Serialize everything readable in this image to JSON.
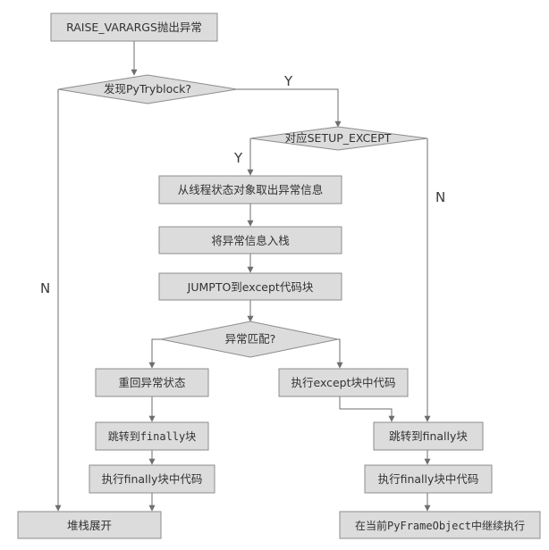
{
  "nodes": {
    "raise": "RAISE_VARARGS抛出异常",
    "find_tryblock": "发现PyTryblock?",
    "setup_except": "对应SETUP_EXCEPT",
    "fetch_exception": "从线程状态对象取出异常信息",
    "push_exception": "将异常信息入栈",
    "jump_except": "JUMPTO到except代码块",
    "match_exception": "异常匹配?",
    "restore_exception": "重回异常状态",
    "run_except_block": "执行except块中代码",
    "jump_finally_left": "跳转到finally块",
    "run_finally_left": "执行finally块中代码",
    "unwind_stack": "堆栈展开",
    "jump_finally_right": "跳转到finally块",
    "run_finally_right": "执行finally块中代码",
    "continue_frame": "在当前PyFrameObject中继续执行"
  },
  "edge_labels": {
    "tryblock_yes": "Y",
    "tryblock_no": "N",
    "setup_yes": "Y",
    "setup_no": "N"
  }
}
